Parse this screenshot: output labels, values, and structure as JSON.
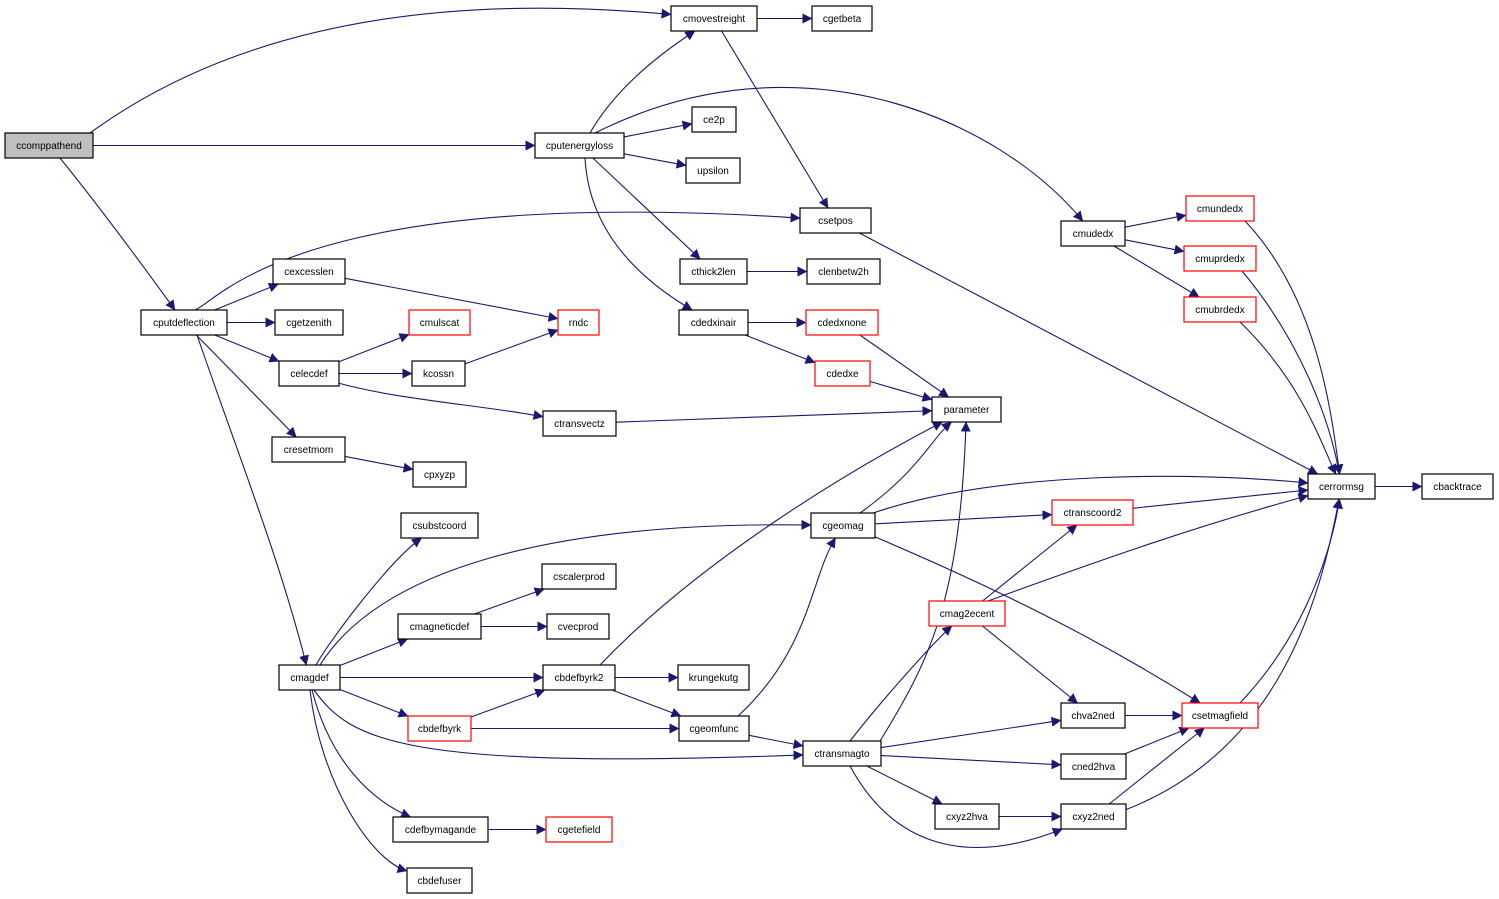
{
  "graph": {
    "colors": {
      "edge": "#191970",
      "node_border": "#000000",
      "linked_border": "#ff0000",
      "root_fill": "#bfbfbf"
    },
    "nodes": [
      {
        "id": "ccomppathend",
        "label": "ccomppathend",
        "style": "root"
      },
      {
        "id": "cmovestreight",
        "label": "cmovestreight",
        "style": "normal"
      },
      {
        "id": "cgetbeta",
        "label": "cgetbeta",
        "style": "normal"
      },
      {
        "id": "cputenergyloss",
        "label": "cputenergyloss",
        "style": "normal"
      },
      {
        "id": "ce2p",
        "label": "ce2p",
        "style": "normal"
      },
      {
        "id": "upsilon",
        "label": "upsilon",
        "style": "normal"
      },
      {
        "id": "csetpos",
        "label": "csetpos",
        "style": "normal"
      },
      {
        "id": "cthick2len",
        "label": "cthick2len",
        "style": "normal"
      },
      {
        "id": "clenbetw2h",
        "label": "clenbetw2h",
        "style": "normal"
      },
      {
        "id": "cdedxinair",
        "label": "cdedxinair",
        "style": "normal"
      },
      {
        "id": "cdedxnone",
        "label": "cdedxnone",
        "style": "red"
      },
      {
        "id": "cdedxe",
        "label": "cdedxe",
        "style": "red"
      },
      {
        "id": "parameter",
        "label": "parameter",
        "style": "normal"
      },
      {
        "id": "cmudedx",
        "label": "cmudedx",
        "style": "normal"
      },
      {
        "id": "cmundedx",
        "label": "cmundedx",
        "style": "red"
      },
      {
        "id": "cmuprdedx",
        "label": "cmuprdedx",
        "style": "red"
      },
      {
        "id": "cmubrdedx",
        "label": "cmubrdedx",
        "style": "red"
      },
      {
        "id": "cerrormsg",
        "label": "cerrormsg",
        "style": "normal"
      },
      {
        "id": "cbacktrace",
        "label": "cbacktrace",
        "style": "normal"
      },
      {
        "id": "cputdeflection",
        "label": "cputdeflection",
        "style": "normal"
      },
      {
        "id": "cexcesslen",
        "label": "cexcesslen",
        "style": "normal"
      },
      {
        "id": "cgetzenith",
        "label": "cgetzenith",
        "style": "normal"
      },
      {
        "id": "cmulscat",
        "label": "cmulscat",
        "style": "red"
      },
      {
        "id": "rndc",
        "label": "rndc",
        "style": "red"
      },
      {
        "id": "celecdef",
        "label": "celecdef",
        "style": "normal"
      },
      {
        "id": "kcossn",
        "label": "kcossn",
        "style": "normal"
      },
      {
        "id": "ctransvectz",
        "label": "ctransvectz",
        "style": "normal"
      },
      {
        "id": "cresetmom",
        "label": "cresetmom",
        "style": "normal"
      },
      {
        "id": "cpxyzp",
        "label": "cpxyzp",
        "style": "normal"
      },
      {
        "id": "csubstcoord",
        "label": "csubstcoord",
        "style": "normal"
      },
      {
        "id": "cscalerprod",
        "label": "cscalerprod",
        "style": "normal"
      },
      {
        "id": "cmagneticdef",
        "label": "cmagneticdef",
        "style": "normal"
      },
      {
        "id": "cvecprod",
        "label": "cvecprod",
        "style": "normal"
      },
      {
        "id": "cgeomag",
        "label": "cgeomag",
        "style": "normal"
      },
      {
        "id": "ctranscoord2",
        "label": "ctranscoord2",
        "style": "red"
      },
      {
        "id": "cmagdef",
        "label": "cmagdef",
        "style": "normal"
      },
      {
        "id": "cbdefbyrk2",
        "label": "cbdefbyrk2",
        "style": "normal"
      },
      {
        "id": "krungekutg",
        "label": "krungekutg",
        "style": "normal"
      },
      {
        "id": "cmag2ecent",
        "label": "cmag2ecent",
        "style": "red"
      },
      {
        "id": "cbdefbyrk",
        "label": "cbdefbyrk",
        "style": "red"
      },
      {
        "id": "cgeomfunc",
        "label": "cgeomfunc",
        "style": "normal"
      },
      {
        "id": "chva2ned",
        "label": "chva2ned",
        "style": "normal"
      },
      {
        "id": "csetmagfield",
        "label": "csetmagfield",
        "style": "red"
      },
      {
        "id": "ctransmagto",
        "label": "ctransmagto",
        "style": "normal"
      },
      {
        "id": "cned2hva",
        "label": "cned2hva",
        "style": "normal"
      },
      {
        "id": "cxyz2hva",
        "label": "cxyz2hva",
        "style": "normal"
      },
      {
        "id": "cxyz2ned",
        "label": "cxyz2ned",
        "style": "normal"
      },
      {
        "id": "cdefbymagande",
        "label": "cdefbymagande",
        "style": "normal"
      },
      {
        "id": "cgetefield",
        "label": "cgetefield",
        "style": "red"
      },
      {
        "id": "cbdefuser",
        "label": "cbdefuser",
        "style": "normal"
      }
    ],
    "edges": [
      [
        "ccomppathend",
        "cmovestreight"
      ],
      [
        "ccomppathend",
        "cputenergyloss"
      ],
      [
        "ccomppathend",
        "cputdeflection"
      ],
      [
        "cmovestreight",
        "cgetbeta"
      ],
      [
        "cmovestreight",
        "csetpos"
      ],
      [
        "cputenergyloss",
        "cmovestreight"
      ],
      [
        "cputenergyloss",
        "ce2p"
      ],
      [
        "cputenergyloss",
        "upsilon"
      ],
      [
        "cputenergyloss",
        "cmudedx"
      ],
      [
        "cputenergyloss",
        "cthick2len"
      ],
      [
        "cputenergyloss",
        "cdedxinair"
      ],
      [
        "cthick2len",
        "clenbetw2h"
      ],
      [
        "cdedxinair",
        "cdedxnone"
      ],
      [
        "cdedxinair",
        "cdedxe"
      ],
      [
        "cdedxnone",
        "parameter"
      ],
      [
        "cdedxe",
        "parameter"
      ],
      [
        "csetpos",
        "cerrormsg"
      ],
      [
        "cmudedx",
        "cmundedx"
      ],
      [
        "cmudedx",
        "cmuprdedx"
      ],
      [
        "cmudedx",
        "cmubrdedx"
      ],
      [
        "cmundedx",
        "cerrormsg"
      ],
      [
        "cmuprdedx",
        "cerrormsg"
      ],
      [
        "cmubrdedx",
        "cerrormsg"
      ],
      [
        "cerrormsg",
        "cbacktrace"
      ],
      [
        "cputdeflection",
        "csetpos"
      ],
      [
        "cputdeflection",
        "cexcesslen"
      ],
      [
        "cputdeflection",
        "cgetzenith"
      ],
      [
        "cputdeflection",
        "celecdef"
      ],
      [
        "cputdeflection",
        "cresetmom"
      ],
      [
        "cputdeflection",
        "cmagdef"
      ],
      [
        "cexcesslen",
        "rndc"
      ],
      [
        "celecdef",
        "cmulscat"
      ],
      [
        "celecdef",
        "kcossn"
      ],
      [
        "celecdef",
        "ctransvectz"
      ],
      [
        "kcossn",
        "rndc"
      ],
      [
        "ctransvectz",
        "parameter"
      ],
      [
        "cresetmom",
        "cpxyzp"
      ],
      [
        "cmagdef",
        "csubstcoord"
      ],
      [
        "cmagdef",
        "cmagneticdef"
      ],
      [
        "cmagdef",
        "cgeomag"
      ],
      [
        "cmagdef",
        "cbdefbyrk2"
      ],
      [
        "cmagdef",
        "cbdefbyrk"
      ],
      [
        "cmagdef",
        "ctransmagto"
      ],
      [
        "cmagdef",
        "cdefbymagande"
      ],
      [
        "cmagdef",
        "cbdefuser"
      ],
      [
        "cmagneticdef",
        "cscalerprod"
      ],
      [
        "cmagneticdef",
        "cvecprod"
      ],
      [
        "cbdefbyrk2",
        "krungekutg"
      ],
      [
        "cbdefbyrk2",
        "cgeomfunc"
      ],
      [
        "cbdefbyrk2",
        "parameter"
      ],
      [
        "cbdefbyrk",
        "cbdefbyrk2"
      ],
      [
        "cbdefbyrk",
        "cgeomfunc"
      ],
      [
        "cgeomfunc",
        "cgeomag"
      ],
      [
        "cgeomfunc",
        "ctransmagto"
      ],
      [
        "cgeomag",
        "parameter"
      ],
      [
        "cgeomag",
        "cerrormsg"
      ],
      [
        "cgeomag",
        "ctranscoord2"
      ],
      [
        "cgeomag",
        "csetmagfield"
      ],
      [
        "ctranscoord2",
        "cerrormsg"
      ],
      [
        "ctransmagto",
        "parameter"
      ],
      [
        "ctransmagto",
        "cmag2ecent"
      ],
      [
        "ctransmagto",
        "chva2ned"
      ],
      [
        "ctransmagto",
        "cned2hva"
      ],
      [
        "ctransmagto",
        "cxyz2hva"
      ],
      [
        "ctransmagto",
        "cxyz2ned"
      ],
      [
        "cmag2ecent",
        "ctranscoord2"
      ],
      [
        "cmag2ecent",
        "cerrormsg"
      ],
      [
        "cmag2ecent",
        "chva2ned"
      ],
      [
        "chva2ned",
        "csetmagfield"
      ],
      [
        "cned2hva",
        "csetmagfield"
      ],
      [
        "cxyz2hva",
        "cxyz2ned"
      ],
      [
        "cxyz2ned",
        "csetmagfield"
      ],
      [
        "cxyz2ned",
        "cerrormsg"
      ],
      [
        "csetmagfield",
        "cerrormsg"
      ],
      [
        "cdefbymagande",
        "cgetefield"
      ]
    ]
  }
}
